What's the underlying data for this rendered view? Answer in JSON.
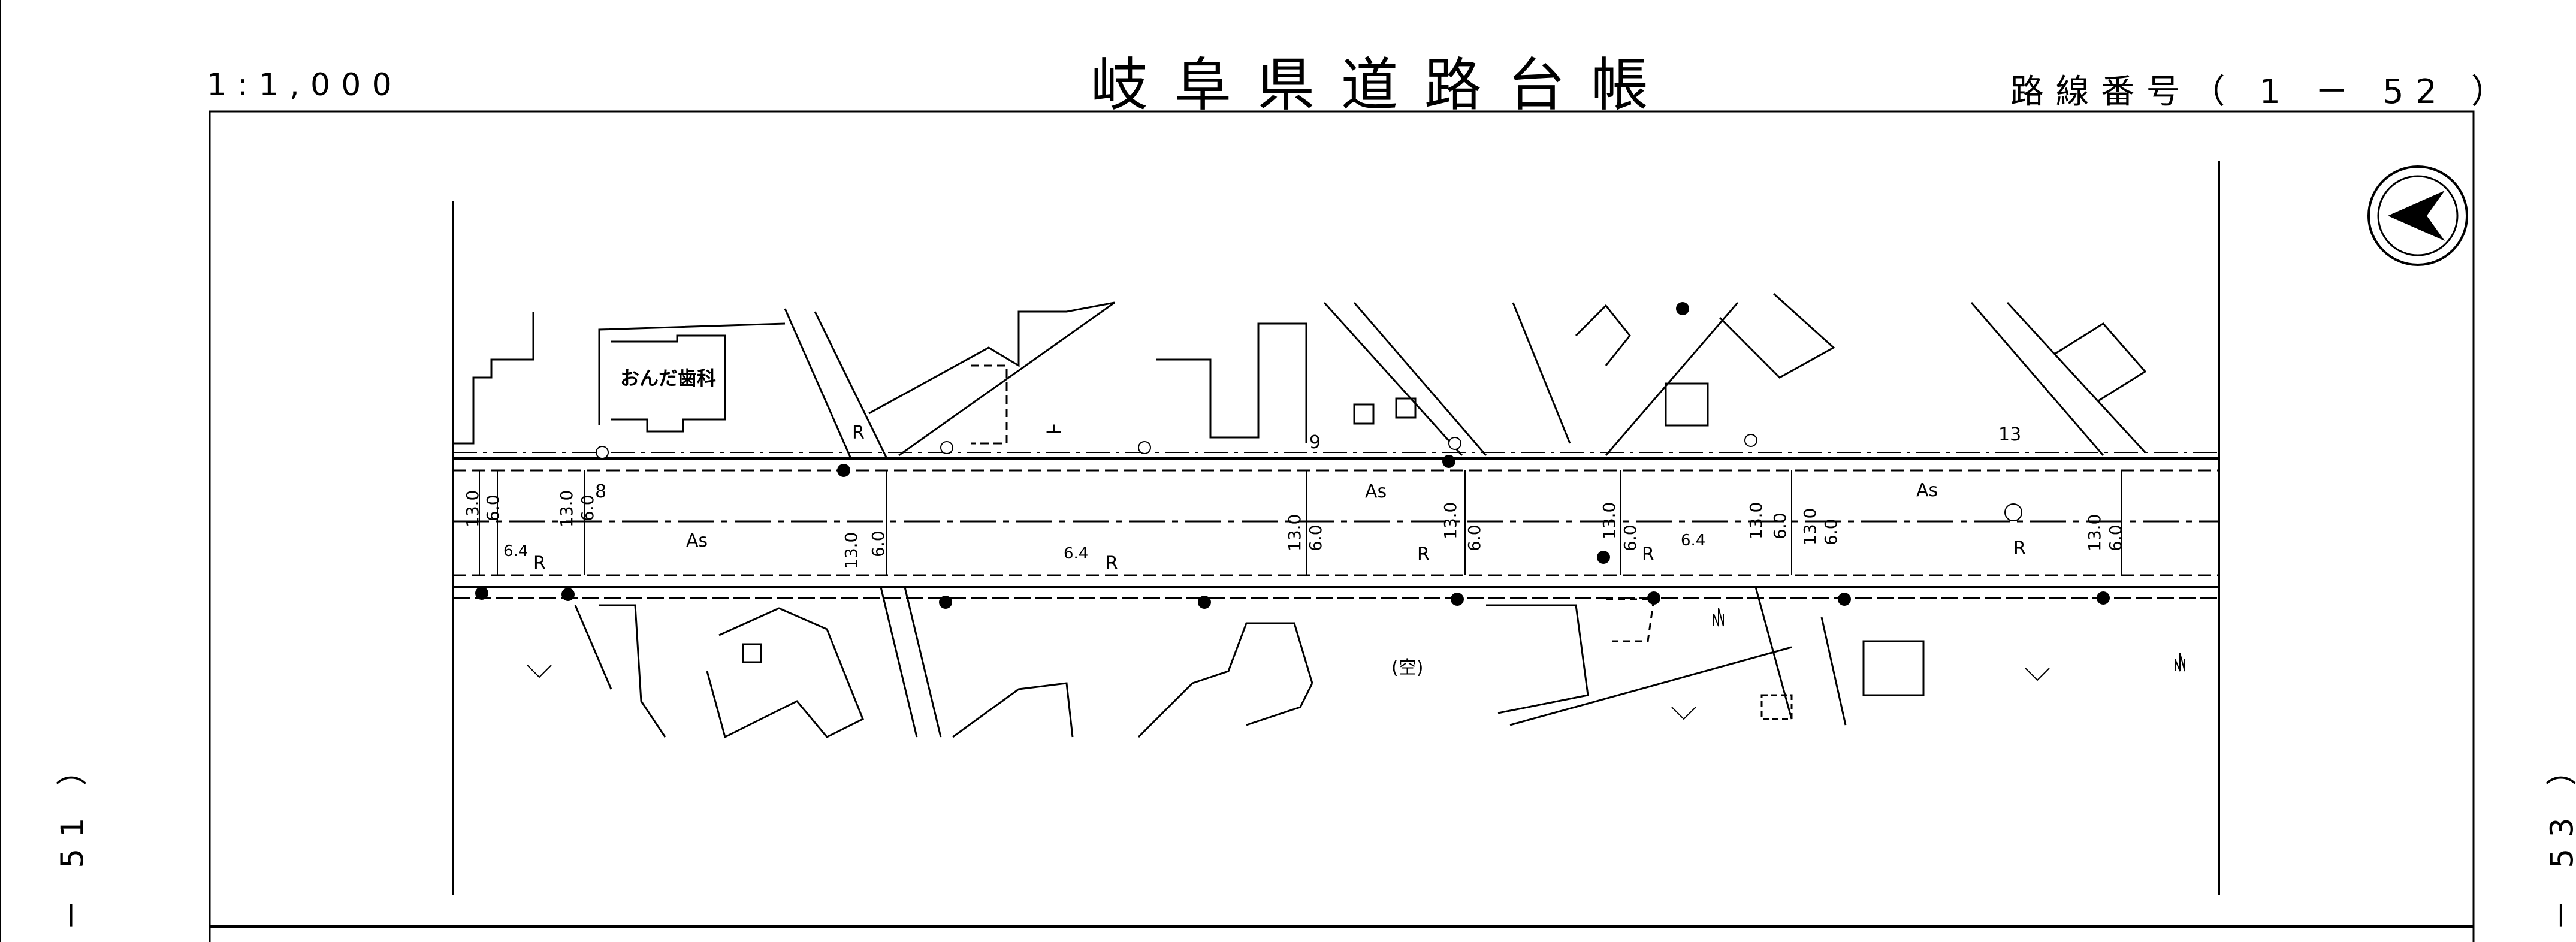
{
  "header": {
    "scale": "1:1,000",
    "title": "岐阜県道路台帳",
    "route_label": "路線番号（ 1 － 52 ）"
  },
  "sheet_refs": {
    "prev": "－ 51 ）",
    "next": "－ 53 ）"
  },
  "map": {
    "landmark": "おんだ歯科",
    "road_surface": "As",
    "vacant_lot": "(空)",
    "width_labels": [
      "13.0",
      "6.0",
      "6.4",
      "13"
    ],
    "markers": [
      "R",
      "8",
      "9",
      "ㅗ"
    ]
  },
  "colors": {
    "ink": "#000000",
    "paper": "#ffffff"
  }
}
